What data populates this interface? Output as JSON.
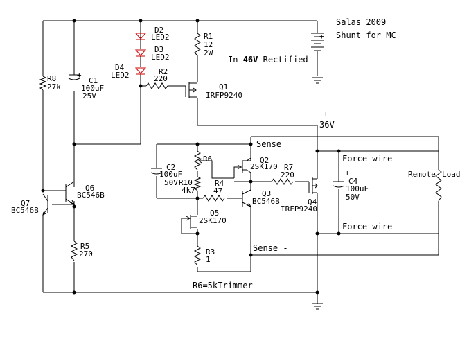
{
  "title": {
    "author": "Salas 2009",
    "subtitle": "Shunt for MC",
    "input_prefix": "In ",
    "input_voltage": "46V",
    "input_suffix": " Rectified"
  },
  "rail": {
    "plus": "+",
    "voltage": "36V"
  },
  "battery": {
    "plus": "+"
  },
  "components": {
    "D2": {
      "ref": "D2",
      "type": "LED2"
    },
    "D3": {
      "ref": "D3",
      "type": "LED2"
    },
    "D4": {
      "ref": "D4",
      "type": "LED2"
    },
    "R1": {
      "ref": "R1",
      "value": "12",
      "power": "2W"
    },
    "R2": {
      "ref": "R2",
      "value": "220"
    },
    "Q1": {
      "ref": "Q1",
      "type": "IRFP9240"
    },
    "R8": {
      "ref": "R8",
      "value": "27k"
    },
    "C1": {
      "ref": "C1",
      "plus": "+",
      "value": "100uF",
      "voltage": "25V"
    },
    "R6": {
      "ref": "R6"
    },
    "C2": {
      "ref": "C2",
      "value": "100uF",
      "voltage": "50V"
    },
    "R10": {
      "ref": "R10",
      "value": "4k7"
    },
    "Q2": {
      "ref": "Q2",
      "type": "2SK170"
    },
    "R7": {
      "ref": "R7",
      "value": "220"
    },
    "R4": {
      "ref": "R4",
      "value": "47"
    },
    "Q3": {
      "ref": "Q3",
      "type": "BC546B"
    },
    "Q4": {
      "ref": "Q4",
      "type": "IRFP9240"
    },
    "Q5": {
      "ref": "Q5",
      "type": "2SK170"
    },
    "R3": {
      "ref": "R3",
      "value": "1"
    },
    "Q6": {
      "ref": "Q6",
      "type": "BC546B"
    },
    "Q7": {
      "ref": "Q7",
      "type": "BC546B"
    },
    "R5": {
      "ref": "R5",
      "value": "270"
    },
    "C4": {
      "ref": "C4",
      "plus": "+",
      "value": "100uF",
      "voltage": "50V"
    }
  },
  "labels": {
    "sense_plus": "Sense",
    "sense_minus": "Sense -",
    "force_plus": "Force wire",
    "force_minus": "Force wire -",
    "remote": "Remote",
    "load": "Load",
    "trimmer_note": "R6=5kTrimmer"
  },
  "colors": {
    "wire": "#000000",
    "led": "#cc0000",
    "background": "#ffffff"
  }
}
